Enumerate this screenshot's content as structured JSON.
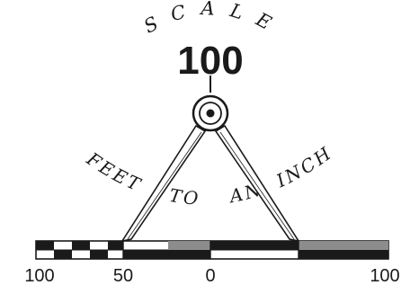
{
  "scale": {
    "top_word": "SCALE",
    "value": "100",
    "phrase": "FEET TO AN INCH",
    "phrase_parts": {
      "feet": "FEET",
      "to": "TO",
      "an": "AN",
      "inch": "INCH"
    }
  },
  "bar": {
    "labels": [
      "100",
      "50",
      "0",
      "100"
    ]
  },
  "colors": {
    "ink": "#1a1a1a",
    "paper": "#ffffff",
    "hatch": "#8c8c8c"
  },
  "icons": {
    "instrument": "dividers-icon"
  }
}
